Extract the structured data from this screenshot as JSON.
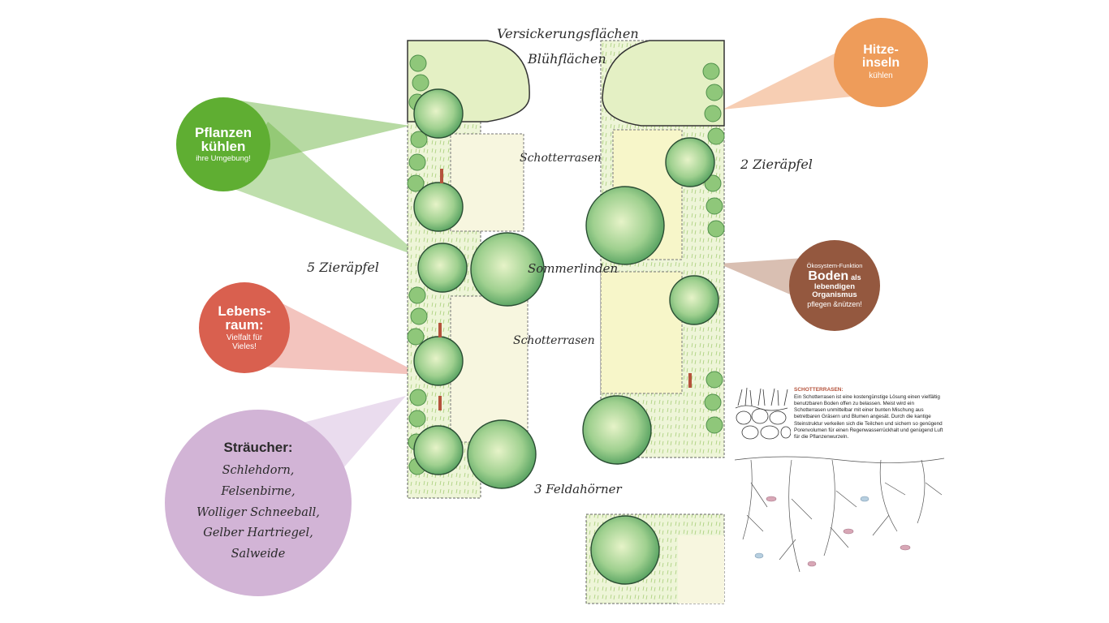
{
  "labels": {
    "versickerung": "Versickerungsflächen",
    "bluehflaechen": "Blühflächen",
    "schotter1": "Schotterrasen",
    "zieraepfel2": "2 Zieräpfel",
    "zieraepfel5": "5 Zieräpfel",
    "sommerlinden": "Sommerlinden",
    "schotter2": "Schotterrasen",
    "feldahorner": "3 Feldahörner"
  },
  "bubbles": {
    "pflanzen": {
      "title": "Pflanzen kühlen",
      "sub": "ihre Umgebung!",
      "color": "#5fae32"
    },
    "hitze": {
      "title": "Hitze-inseln",
      "sub": "kühlen",
      "color": "#ee9c5a"
    },
    "lebensraum": {
      "title": "Lebens-raum:",
      "sub": "Vielfalt für Vieles!",
      "color": "#d9604f"
    },
    "oekosystem": {
      "pre": "Ökosystem-Funktion",
      "title": "Boden",
      "mid": "als",
      "sub": "lebendigen Organismus",
      "post": "pflegen &nützen!",
      "color": "#94583f"
    },
    "straeucher": {
      "title": "Sträucher:",
      "items": [
        "Schlehdorn,",
        "Felsenbirne,",
        "Wolliger Schneeball,",
        "Gelber Hartriegel,",
        "Salweide"
      ],
      "color": "#d2b4d6"
    }
  },
  "info": {
    "heading": "SCHOTTERRASEN:",
    "body": "Ein Schotterrasen ist eine kostengünstige Lösung einen vielfältig benutzbaren Boden offen zu belassen. Meist wird ein Schotterrasen unmittelbar mit einer bunten Mischung aus betretbaren Gräsern und Blumen angesät. Durch die kantige Steinstruktur verkeilen sich die Teilchen und sichern so genügend Porenvolumen für einen Regenwasserrückhalt und genügend Luft für die Pflanzenwurzeln."
  }
}
